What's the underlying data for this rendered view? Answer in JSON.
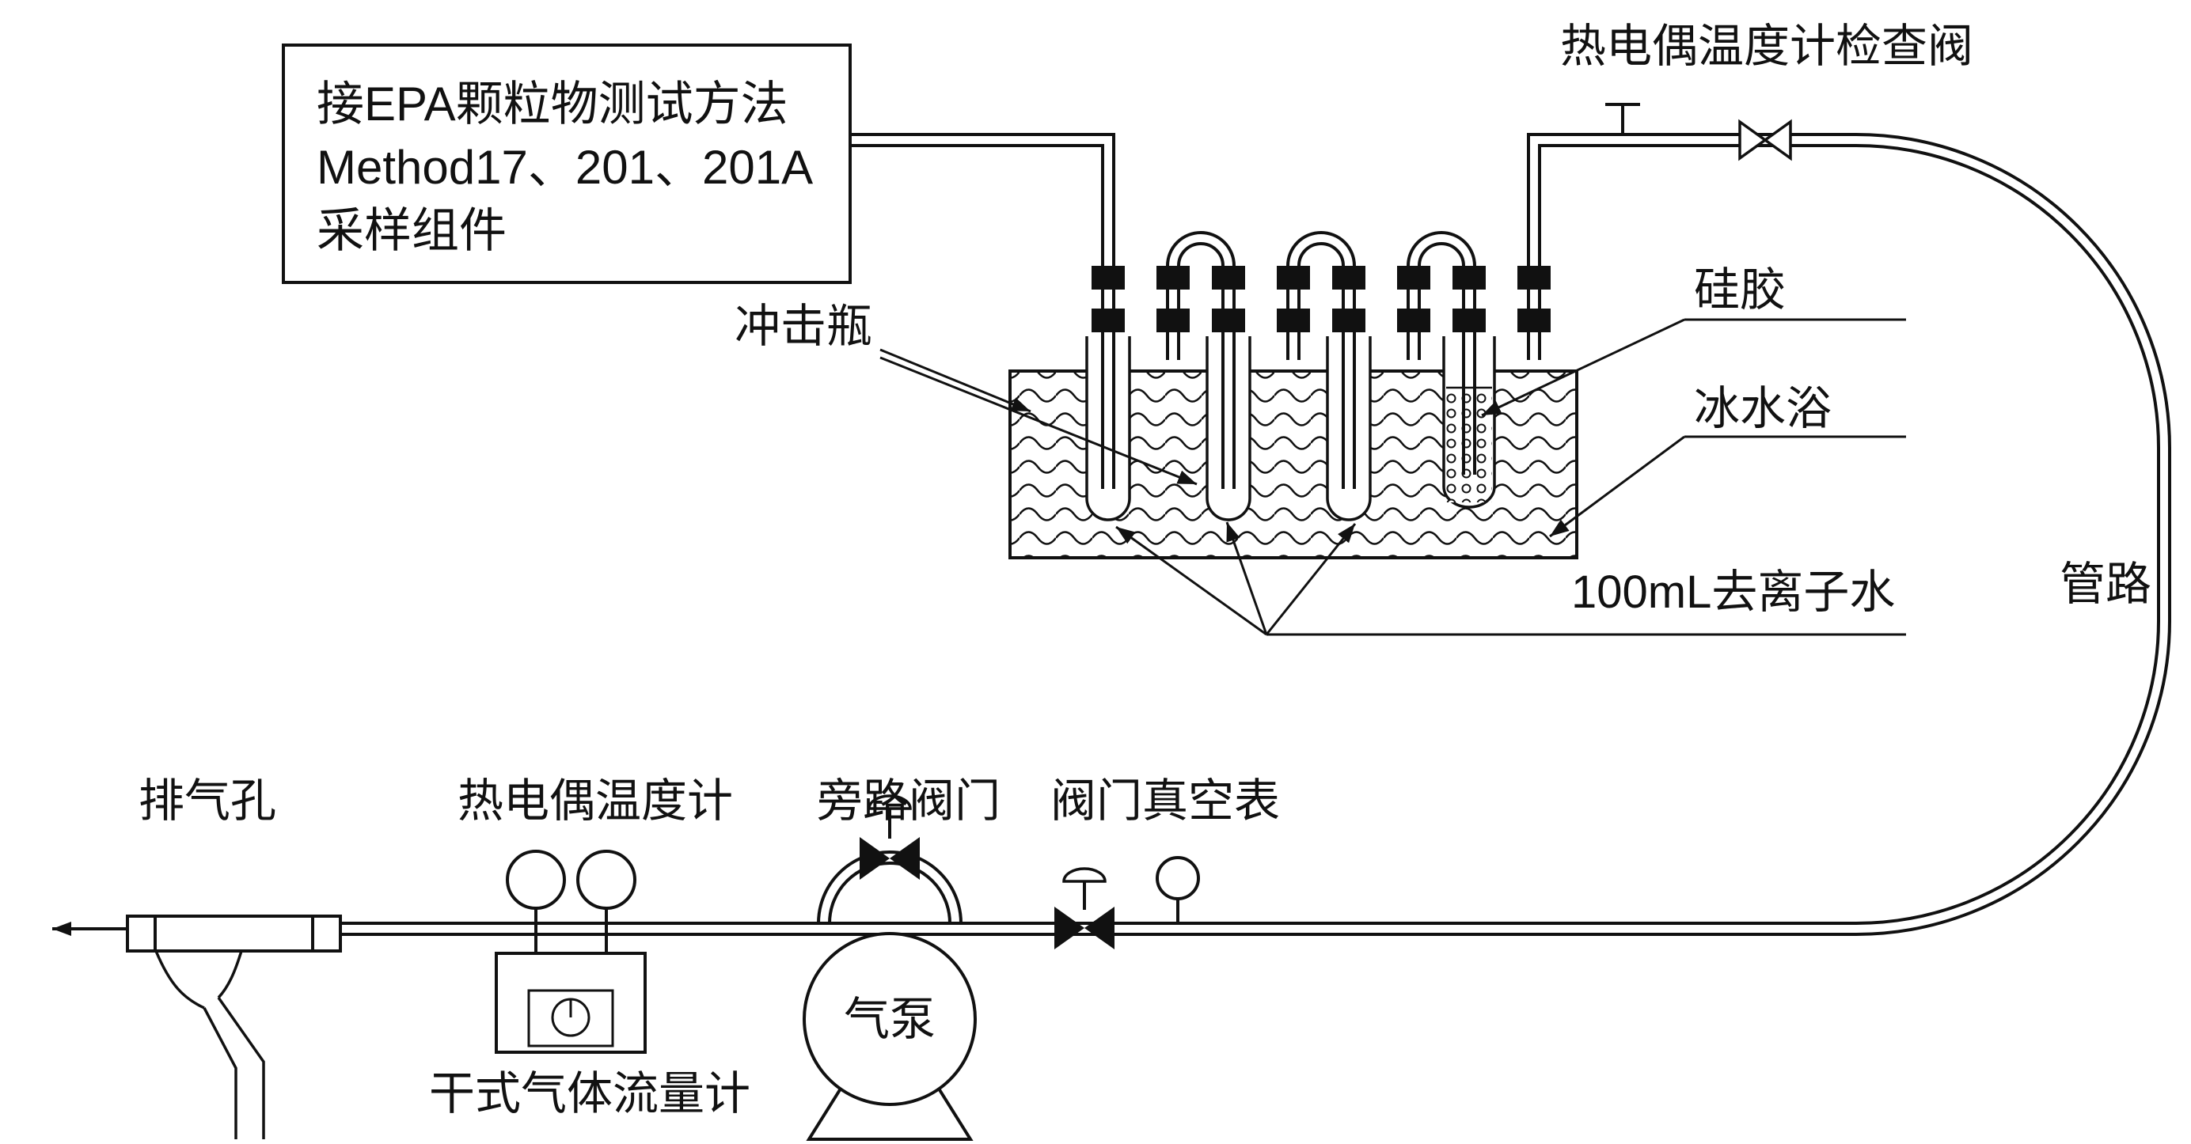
{
  "sample_box": {
    "lines": [
      "接EPA颗粒物测试方法",
      "Method17、201、201A",
      "采样组件"
    ]
  },
  "labels": {
    "thermocouple_check_valve": "热电偶温度计检查阀",
    "impinger_bottle": "冲击瓶",
    "silica_gel": "硅胶",
    "ice_water_bath": "冰水浴",
    "deionized_water_100ml": "100mL去离子水",
    "pipeline": "管路",
    "exhaust_port": "排气孔",
    "thermocouple_thermometer": "热电偶温度计",
    "bypass_valve": "旁路阀门",
    "valve_vacuum_gauge": "阀门真空表",
    "dry_gas_meter": "干式气体流量计",
    "air_pump": "气泵"
  },
  "colors": {
    "line": "#111111",
    "background": "#ffffff"
  }
}
